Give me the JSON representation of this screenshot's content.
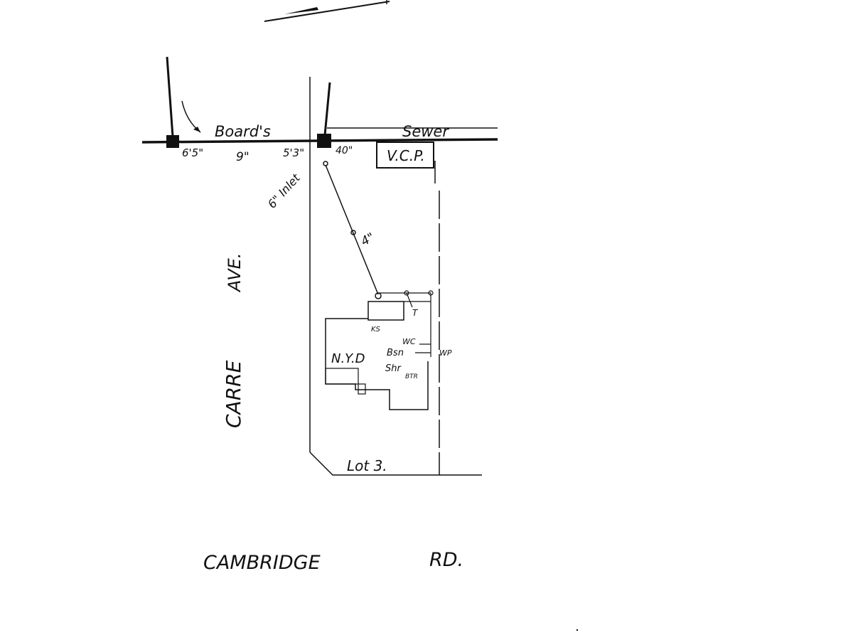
{
  "colors": {
    "ink": "#111111",
    "paper": "#ffffff"
  },
  "labels": {
    "sewer_board": "Board's",
    "sewer_word": "Sewer",
    "dim_left": "6'5\"",
    "dim_mid": "9\"",
    "dim_right": "5'3\"",
    "dim_far": "40\"",
    "pipe_material": "V.C.P.",
    "inlet": "6\" Inlet",
    "pipe_size": "4\"",
    "street_vertical_1": "AVE.",
    "street_vertical_2": "CARRE",
    "street_bottom_1": "CAMBRIDGE",
    "street_bottom_2": "RD.",
    "lot": "Lot 3.",
    "building": "N.Y.D",
    "fixture_ks": "KS",
    "fixture_t": "T",
    "fixture_wc": "WC",
    "fixture_bsn": "Bsn",
    "fixture_wp": "WP",
    "fixture_shr": "Shr",
    "fixture_btr": "BTR"
  }
}
